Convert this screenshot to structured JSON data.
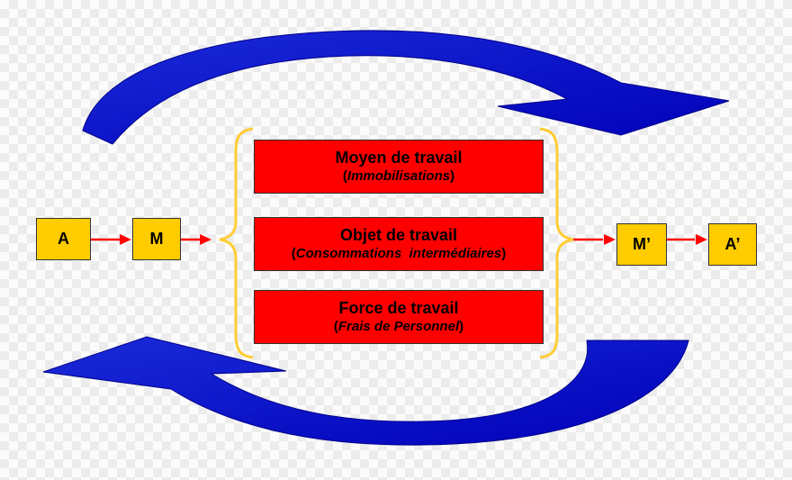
{
  "boxes": {
    "a": "A",
    "m": "M",
    "m_prime": "M’",
    "a_prime": "A’"
  },
  "factors": [
    {
      "title": "Moyen de travail",
      "subtitle": "Immobilisations"
    },
    {
      "title": "Objet de travail",
      "subtitle": "Consommations  intermédiaires"
    },
    {
      "title": "Force de travail",
      "subtitle": "Frais de Personnel"
    }
  ],
  "colors": {
    "cycle_arrow": "#0000cc",
    "box_fill": "#ffcc00",
    "factor_fill": "#ff0000",
    "connector_arrow": "#ff0000",
    "brace": "#ffcc33"
  }
}
